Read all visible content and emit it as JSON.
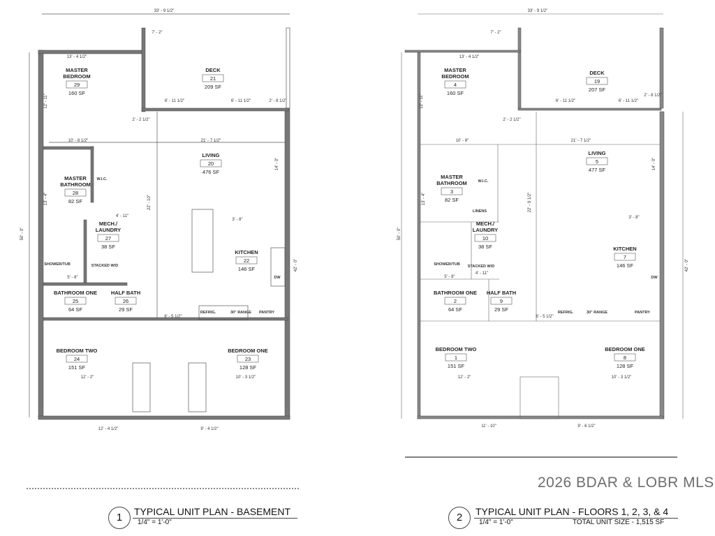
{
  "plans": [
    {
      "number": "1",
      "title": "TYPICAL UNIT PLAN - BASEMENT",
      "scale": "1/4\" = 1'-0\"",
      "rooms": [
        {
          "name": "MASTER BEDROOM",
          "number": "29",
          "area": "160 SF"
        },
        {
          "name": "DECK",
          "number": "21",
          "area": "209 SF"
        },
        {
          "name": "LIVING",
          "number": "20",
          "area": "476 SF"
        },
        {
          "name": "MASTER BATHROOM",
          "number": "28",
          "area": "82 SF"
        },
        {
          "name": "MECH./ LAUNDRY",
          "number": "27",
          "area": "38 SF"
        },
        {
          "name": "KITCHEN",
          "number": "22",
          "area": "146 SF"
        },
        {
          "name": "BATHROOM ONE",
          "number": "25",
          "area": "64 SF"
        },
        {
          "name": "HALF BATH",
          "number": "26",
          "area": "29 SF"
        },
        {
          "name": "BEDROOM TWO",
          "number": "24",
          "area": "151 SF"
        },
        {
          "name": "BEDROOM ONE",
          "number": "23",
          "area": "128 SF"
        }
      ],
      "labels": [
        "W.I.C.",
        "SHOWER/TUB",
        "STACKED W/D",
        "REFRIG.",
        "30\" RANGE",
        "PANTRY",
        "DW"
      ],
      "dimensions": [
        "33' - 9 1/2\"",
        "7' - 2\"",
        "13' - 4 1/2\"",
        "6' - 11 1/2\"",
        "6' - 11 1/2\"",
        "2' - 8 1/2\"",
        "2' - 2 1/2\"",
        "10' - 8 1/2\"",
        "21' - 7 1/2\"",
        "12' - 11\"",
        "14' - 0\"",
        "22' - 10\"",
        "13' - 4\"",
        "50' - 0\"",
        "42' - 0\"",
        "6' - 5 1/2\"",
        "12' - 2\"",
        "10' - 3 1/2\"",
        "12' - 4 1/2\"",
        "9' - 4 1/2\"",
        "3' - 8\"",
        "4' - 11\"",
        "5' - 8\""
      ]
    },
    {
      "number": "2",
      "title": "TYPICAL UNIT PLAN - FLOORS 1, 2, 3, & 4",
      "scale": "1/4\" = 1'-0\"",
      "total": "TOTAL UNIT SIZE - 1,515 SF",
      "rooms": [
        {
          "name": "MASTER BEDROOM",
          "number": "4",
          "area": "160 SF"
        },
        {
          "name": "DECK",
          "number": "19",
          "area": "207 SF"
        },
        {
          "name": "LIVING",
          "number": "5",
          "area": "477 SF"
        },
        {
          "name": "MASTER BATHROOM",
          "number": "3",
          "area": "82 SF"
        },
        {
          "name": "MECH./ LAUNDRY",
          "number": "10",
          "area": "38 SF"
        },
        {
          "name": "KITCHEN",
          "number": "7",
          "area": "146 SF"
        },
        {
          "name": "BATHROOM ONE",
          "number": "2",
          "area": "64 SF"
        },
        {
          "name": "HALF BATH",
          "number": "9",
          "area": "29 SF"
        },
        {
          "name": "BEDROOM TWO",
          "number": "1",
          "area": "151 SF"
        },
        {
          "name": "BEDROOM ONE",
          "number": "8",
          "area": "128 SF"
        }
      ],
      "labels": [
        "W.I.C.",
        "SHOWER/TUB",
        "STACKED W/D",
        "REFRIG.",
        "30\" RANGE",
        "PANTRY",
        "DW",
        "LINENS"
      ],
      "dimensions": [
        "33' - 9 1/2\"",
        "7' - 2\"",
        "13' - 4 1/2\"",
        "6' - 11 1/2\"",
        "6' - 11 1/2\"",
        "2' - 8 1/2\"",
        "2' - 2 1/2\"",
        "10' - 8\"",
        "21' - 7 1/2\"",
        "12' - 11\"",
        "14' - 0\"",
        "22' - 9 1/2\"",
        "13' - 4\"",
        "50' - 0\"",
        "42' - 0\"",
        "6' - 5 1/2\"",
        "12' - 2\"",
        "10' - 3 1/2\"",
        "11' - 10\"",
        "9' - 6 1/2\"",
        "3' - 8\"",
        "4' - 11\"",
        "5' - 8\""
      ]
    }
  ],
  "watermark": "2026 BDAR & LOBR MLS"
}
